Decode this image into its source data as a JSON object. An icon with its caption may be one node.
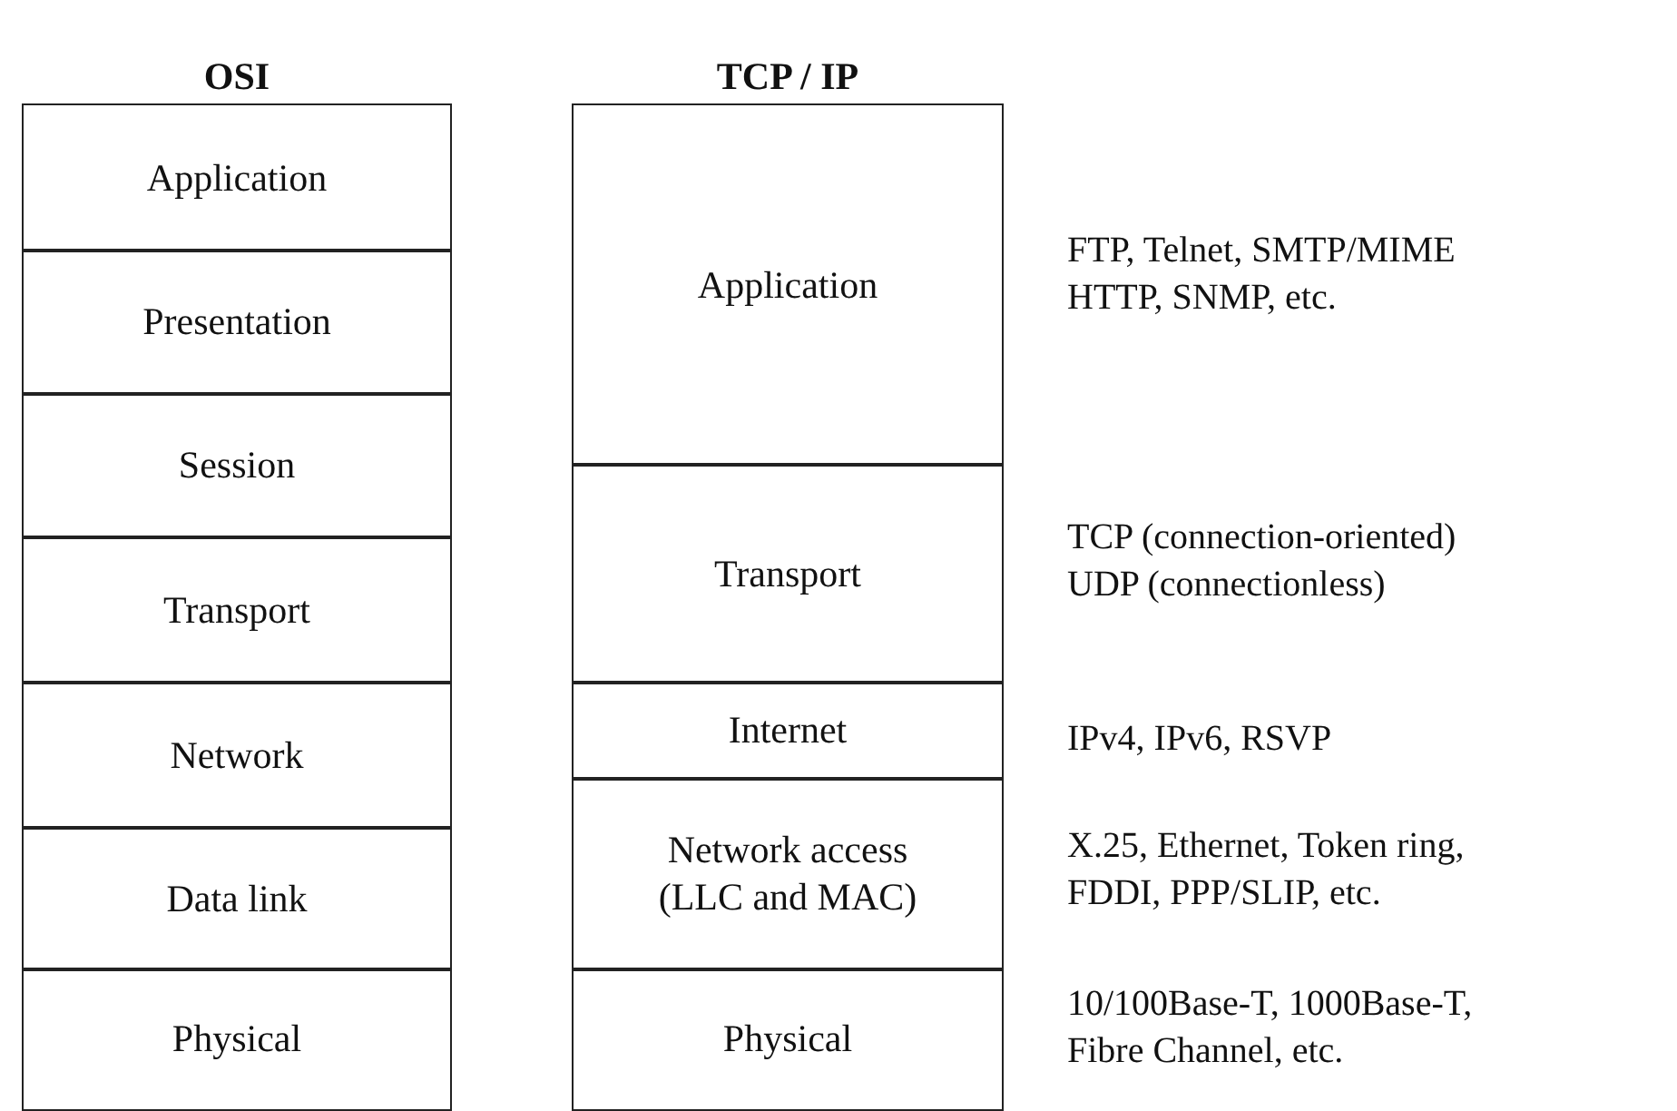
{
  "diagram": {
    "nodes": [
      {
        "text": [
          "OSI"
        ]
      },
      {
        "text": [
          "Application"
        ],
        "in": 0
      },
      {
        "text": [
          "Presentation"
        ],
        "in": 0
      },
      {
        "text": [
          "Session"
        ],
        "in": 0
      },
      {
        "text": [
          "Transport"
        ],
        "in": 0
      },
      {
        "text": [
          "Network"
        ],
        "in": 0
      },
      {
        "text": [
          "Data link"
        ],
        "in": 0
      },
      {
        "text": [
          "Physical"
        ],
        "in": 0
      },
      {
        "text": [
          "TCP / IP"
        ]
      },
      {
        "text": [
          "Application"
        ],
        "in": 8,
        "beside": [
          "FTP, Telnet, SMTP/MIME HTTP, SNMP, etc."
        ]
      },
      {
        "text": [
          "Transport"
        ],
        "in": 8,
        "beside": [
          "TCP (connection-oriented) UDP (connectionless)"
        ]
      },
      {
        "text": [
          "Internet"
        ],
        "in": 8,
        "beside": [
          "IPv4, IPv6, RSVP"
        ]
      },
      {
        "text": [
          "Network access (LLC and MAC)"
        ],
        "in": 8,
        "beside": [
          "X.25, Ethernet, Token ring, FDDI, PPP/SLIP, etc."
        ]
      },
      {
        "text": [
          "Physical"
        ],
        "in": 8,
        "beside": [
          "10/100Base-T, 1000Base-T, Fibre Channel, etc."
        ]
      }
    ],
    "edges": []
  }
}
